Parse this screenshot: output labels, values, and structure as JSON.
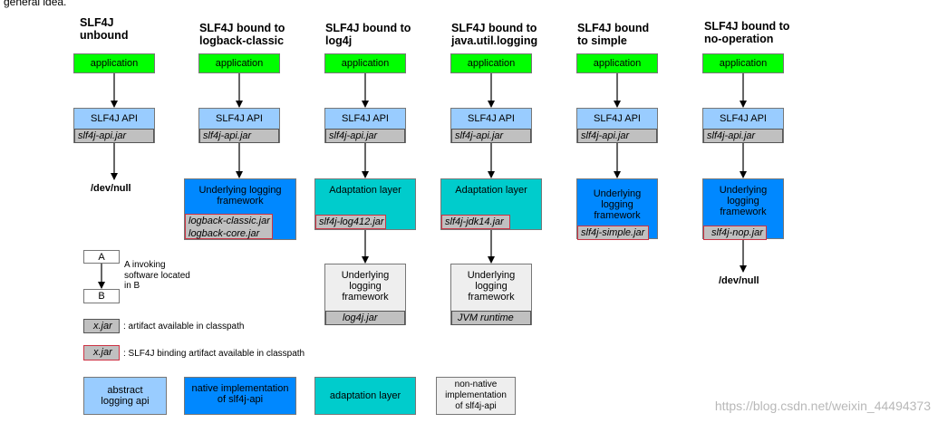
{
  "top_text": "general idea.",
  "columns": [
    {
      "title": [
        "SLF4J",
        "unbound"
      ],
      "app": "application",
      "api": "SLF4J API",
      "api_jar": "slf4j-api.jar",
      "devnull": "/dev/null"
    },
    {
      "title": [
        "SLF4J bound to",
        "logback-classic"
      ],
      "app": "application",
      "api": "SLF4J API",
      "api_jar": "slf4j-api.jar",
      "framework": [
        "Underlying logging",
        "framework"
      ],
      "jars": [
        "logback-classic.jar",
        "logback-core.jar"
      ]
    },
    {
      "title": [
        "SLF4J bound to",
        "log4j"
      ],
      "app": "application",
      "api": "SLF4J API",
      "api_jar": "slf4j-api.jar",
      "adaptation": "Adaptation layer",
      "adapt_jar": "slf4j-log412.jar",
      "framework": [
        "Underlying",
        "logging",
        "framework"
      ],
      "framework_jar": "log4j.jar"
    },
    {
      "title": [
        "SLF4J bound to",
        "java.util.logging"
      ],
      "app": "application",
      "api": "SLF4J API",
      "api_jar": "slf4j-api.jar",
      "adaptation": "Adaptation layer",
      "adapt_jar": "slf4j-jdk14.jar",
      "framework": [
        "Underlying",
        "logging",
        "framework"
      ],
      "framework_jar": "JVM runtime"
    },
    {
      "title": [
        "SLF4J bound",
        "to simple"
      ],
      "app": "application",
      "api": "SLF4J API",
      "api_jar": "slf4j-api.jar",
      "framework": [
        "Underlying",
        "logging",
        "framework"
      ],
      "framework_jar": "slf4j-simple.jar"
    },
    {
      "title": [
        "SLF4J bound to",
        "no-operation"
      ],
      "app": "application",
      "api": "SLF4J API",
      "api_jar": "slf4j-api.jar",
      "framework": [
        "Underlying",
        "logging",
        "framework"
      ],
      "framework_jar": "slf4j-nop.jar",
      "devnull": "/dev/null"
    }
  ],
  "legend": {
    "a": "A",
    "b": "B",
    "invoke_text": [
      "A invoking",
      "software located",
      "in B"
    ],
    "jar_sample": "x.jar",
    "jar_text": ": artifact available in classpath",
    "binding_text": ": SLF4J binding artifact available in classpath",
    "categories": [
      {
        "label": [
          "abstract",
          "logging api"
        ],
        "color": "#99ccff"
      },
      {
        "label": [
          "native implementation",
          "of slf4j-api"
        ],
        "color": "#0088ff"
      },
      {
        "label": [
          "adaptation layer"
        ],
        "color": "#00cccc"
      },
      {
        "label": [
          "non-native",
          "implementation",
          "of slf4j-api"
        ],
        "color": "#eeeeee"
      }
    ]
  },
  "watermark": "https://blog.csdn.net/weixin_44494373"
}
